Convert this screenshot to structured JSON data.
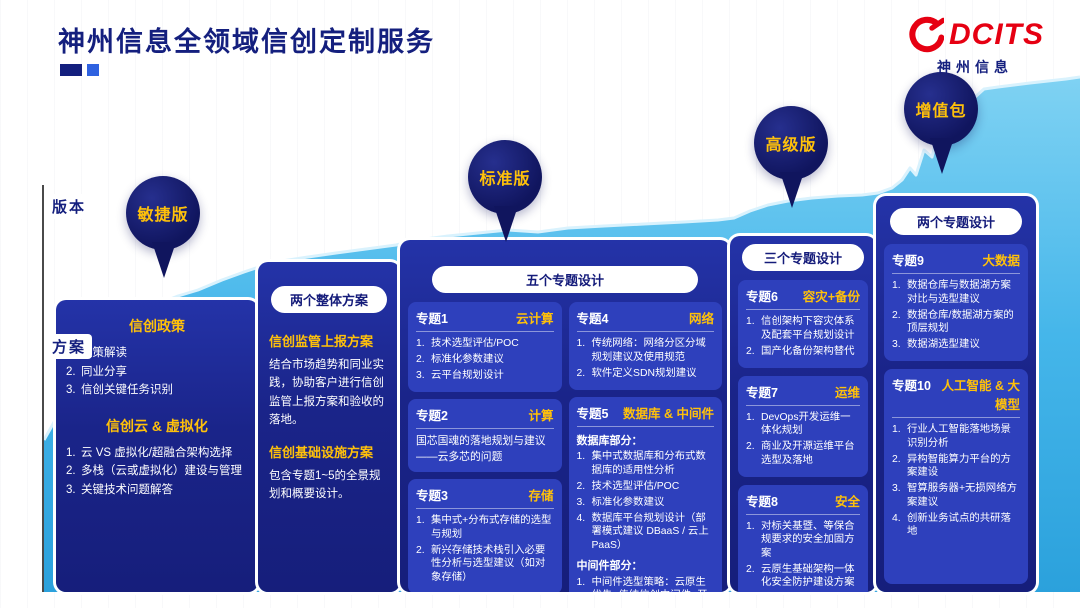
{
  "page": {
    "title": "神州信息全领域信创定制服务"
  },
  "logo": {
    "brand": "DCITS",
    "company": "神州信息"
  },
  "axis": {
    "version": "版本",
    "plan": "方案"
  },
  "balloons": [
    {
      "label": "敏捷版"
    },
    {
      "label": "标准版"
    },
    {
      "label": "高级版"
    },
    {
      "label": "增值包"
    }
  ],
  "agile": {
    "sections": [
      {
        "title": "信创政策",
        "items": [
          "政策解读",
          "同业分享",
          "信创关键任务识别"
        ]
      },
      {
        "title": "信创云 & 虚拟化",
        "items": [
          "云 VS 虚拟化/超融合架构选择",
          "多栈（云或虚拟化）建设与管理",
          "关键技术问题解答"
        ]
      }
    ]
  },
  "overall": {
    "pill": "两个整体方案",
    "sections": [
      {
        "title": "信创监管上报方案",
        "text": "结合市场趋势和同业实践，协助客户进行信创监管上报方案和验收的落地。"
      },
      {
        "title": "信创基础设施方案",
        "text": "包含专题1~5的全景规划和概要设计。"
      }
    ]
  },
  "standard": {
    "pill": "五个专题设计",
    "left": [
      {
        "label": "专题1",
        "topic": "云计算",
        "items": [
          "技术选型评估/POC",
          "标准化参数建议",
          "云平台规划设计"
        ]
      },
      {
        "label": "专题2",
        "topic": "计算",
        "text": "国芯国魂的落地规划与建议——云多芯的问题"
      },
      {
        "label": "专题3",
        "topic": "存储",
        "items": [
          "集中式+分布式存储的选型与规划",
          "新兴存储技术栈引入必要性分析与选型建议（如对象存储）"
        ]
      }
    ],
    "right": [
      {
        "label": "专题4",
        "topic": "网络",
        "items": [
          "传统网络：网络分区分域规划建议及使用规范",
          "软件定义SDN规划建议"
        ]
      },
      {
        "label": "专题5",
        "topic": "数据库 & 中间件",
        "groups": [
          {
            "name": "数据库部分：",
            "items": [
              "集中式数据库和分布式数据库的适用性分析",
              "技术选型评估/POC",
              "标准化参数建议",
              "数据库平台规划设计（部署模式建议 DBaaS / 云上PaaS）"
            ]
          },
          {
            "name": "中间件部分：",
            "items": [
              "中间件选型策略：云原生优先+传统信创中间件+开源管理"
            ]
          }
        ]
      }
    ]
  },
  "advanced": {
    "pill": "三个专题设计",
    "sections": [
      {
        "label": "专题6",
        "topic": "容灾+备份",
        "items": [
          "信创架构下容灾体系及配套平台规划设计",
          "国产化备份架构替代"
        ]
      },
      {
        "label": "专题7",
        "topic": "运维",
        "items": [
          "DevOps开发运维一体化规划",
          "商业及开源运维平台选型及落地"
        ]
      },
      {
        "label": "专题8",
        "topic": "安全",
        "items": [
          "对标关基暨、等保合规要求的安全加固方案",
          "云原生基础架构一体化安全防护建设方案"
        ]
      }
    ]
  },
  "value_pack": {
    "pill": "两个专题设计",
    "sections": [
      {
        "label": "专题9",
        "topic": "大数据",
        "items": [
          "数据仓库与数据湖方案对比与选型建议",
          "数据仓库/数据湖方案的顶层规划",
          "数据湖选型建议"
        ]
      },
      {
        "label": "专题10",
        "topic": "人工智能 & 大模型",
        "items": [
          "行业人工智能落地场景识别分析",
          "异构智能算力平台的方案建设",
          "智算服务器+无损网络方案建议",
          "创新业务试点的共研落地"
        ]
      }
    ]
  },
  "colors": {
    "navy": "#141f7e",
    "column_blue": "#1a2489",
    "box_blue": "#2e40bc",
    "accent_yellow": "#ffc10a",
    "mountain_blue": "#45b6ea",
    "brand_red": "#e60012"
  }
}
